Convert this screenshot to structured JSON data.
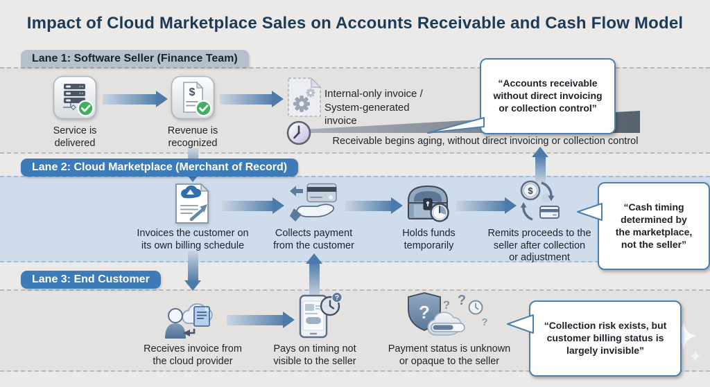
{
  "title": "Impact of Cloud Marketplace Sales on Accounts Receivable and Cash Flow Model",
  "lane1": {
    "label": "Lane 1: Software Seller (Finance Team)",
    "nodes": [
      {
        "icon": "server-check-icon",
        "label": "Service is\ndelivered"
      },
      {
        "icon": "invoice-check-icon",
        "label": "Revenue is\nrecognized"
      },
      {
        "icon": "system-invoice-icon",
        "label": "Internal-only invoice /\nSystem-generated invoice"
      }
    ],
    "aging_note": "Receivable begins aging, without direct invoicing or collection control",
    "callout": "“Accounts receivable\nwithout direct invoicing\nor collection control”"
  },
  "lane2": {
    "label": "Lane 2: Cloud Marketplace (Merchant of Record)",
    "nodes": [
      {
        "icon": "cloud-invoice-icon",
        "label": "Invoices the customer on\nits own billing schedule"
      },
      {
        "icon": "hand-card-icon",
        "label": "Collects payment\nfrom the customer"
      },
      {
        "icon": "locked-chest-timer-icon",
        "label": "Holds funds\ntemporarily"
      },
      {
        "icon": "money-cycle-icon",
        "label": "Remits proceeds to the\nseller after collection\nor adjustment"
      }
    ],
    "callout": "“Cash timing\ndetermined by\nthe marketplace,\nnot the seller”"
  },
  "lane3": {
    "label": "Lane 3: End Customer",
    "nodes": [
      {
        "icon": "customer-cloud-invoice-icon",
        "label": "Receives invoice from\nthe cloud provider"
      },
      {
        "icon": "phone-timing-icon",
        "label": "Pays on timing not\nvisible to the seller"
      },
      {
        "icon": "unknown-status-icon",
        "label": "Payment status is unknown\nor opaque to the seller"
      }
    ],
    "callout": "“Collection risk exists, but\ncustomer billing status is\nlargely invisible”"
  },
  "colors": {
    "title": "#1d3a57",
    "lane_badge_blue": "#3d7ab8",
    "lane_badge_gray": "#b6c0cd",
    "lane2_background": "#cedcec",
    "lane_gray_background": "#e3e2e0",
    "arrow_steel_blue": "#4e7aa9",
    "callout_border": "#4a7fae",
    "check_green": "#41ae60"
  }
}
